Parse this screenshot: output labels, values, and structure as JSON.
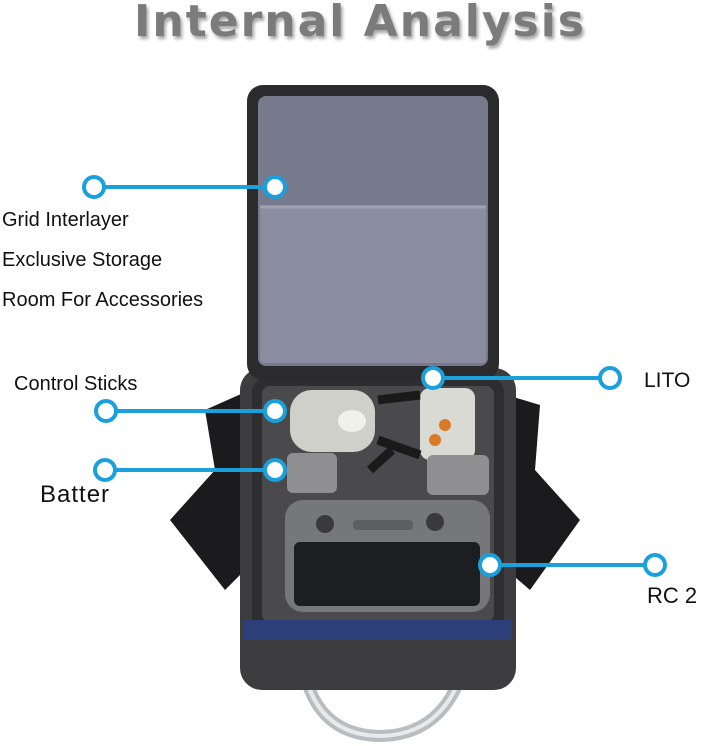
{
  "title": "Internal Analysis",
  "callouts": {
    "grid_line1": "Grid Interlayer",
    "grid_line2": "Exclusive Storage",
    "grid_line3": "Room For Accessories",
    "control_sticks": "Control Sticks",
    "battery": "Batter",
    "lito": "LITO",
    "rc2": "RC 2"
  },
  "colors": {
    "callout": "#1aa0dc",
    "case_fabric": "#3d3d40",
    "lid_lining": "#777a8c",
    "foam": "#4a4a4d",
    "accent_trim": "#2c3f78",
    "title": "#7b7b7b"
  },
  "icons": [
    "callout-dot-icon"
  ]
}
